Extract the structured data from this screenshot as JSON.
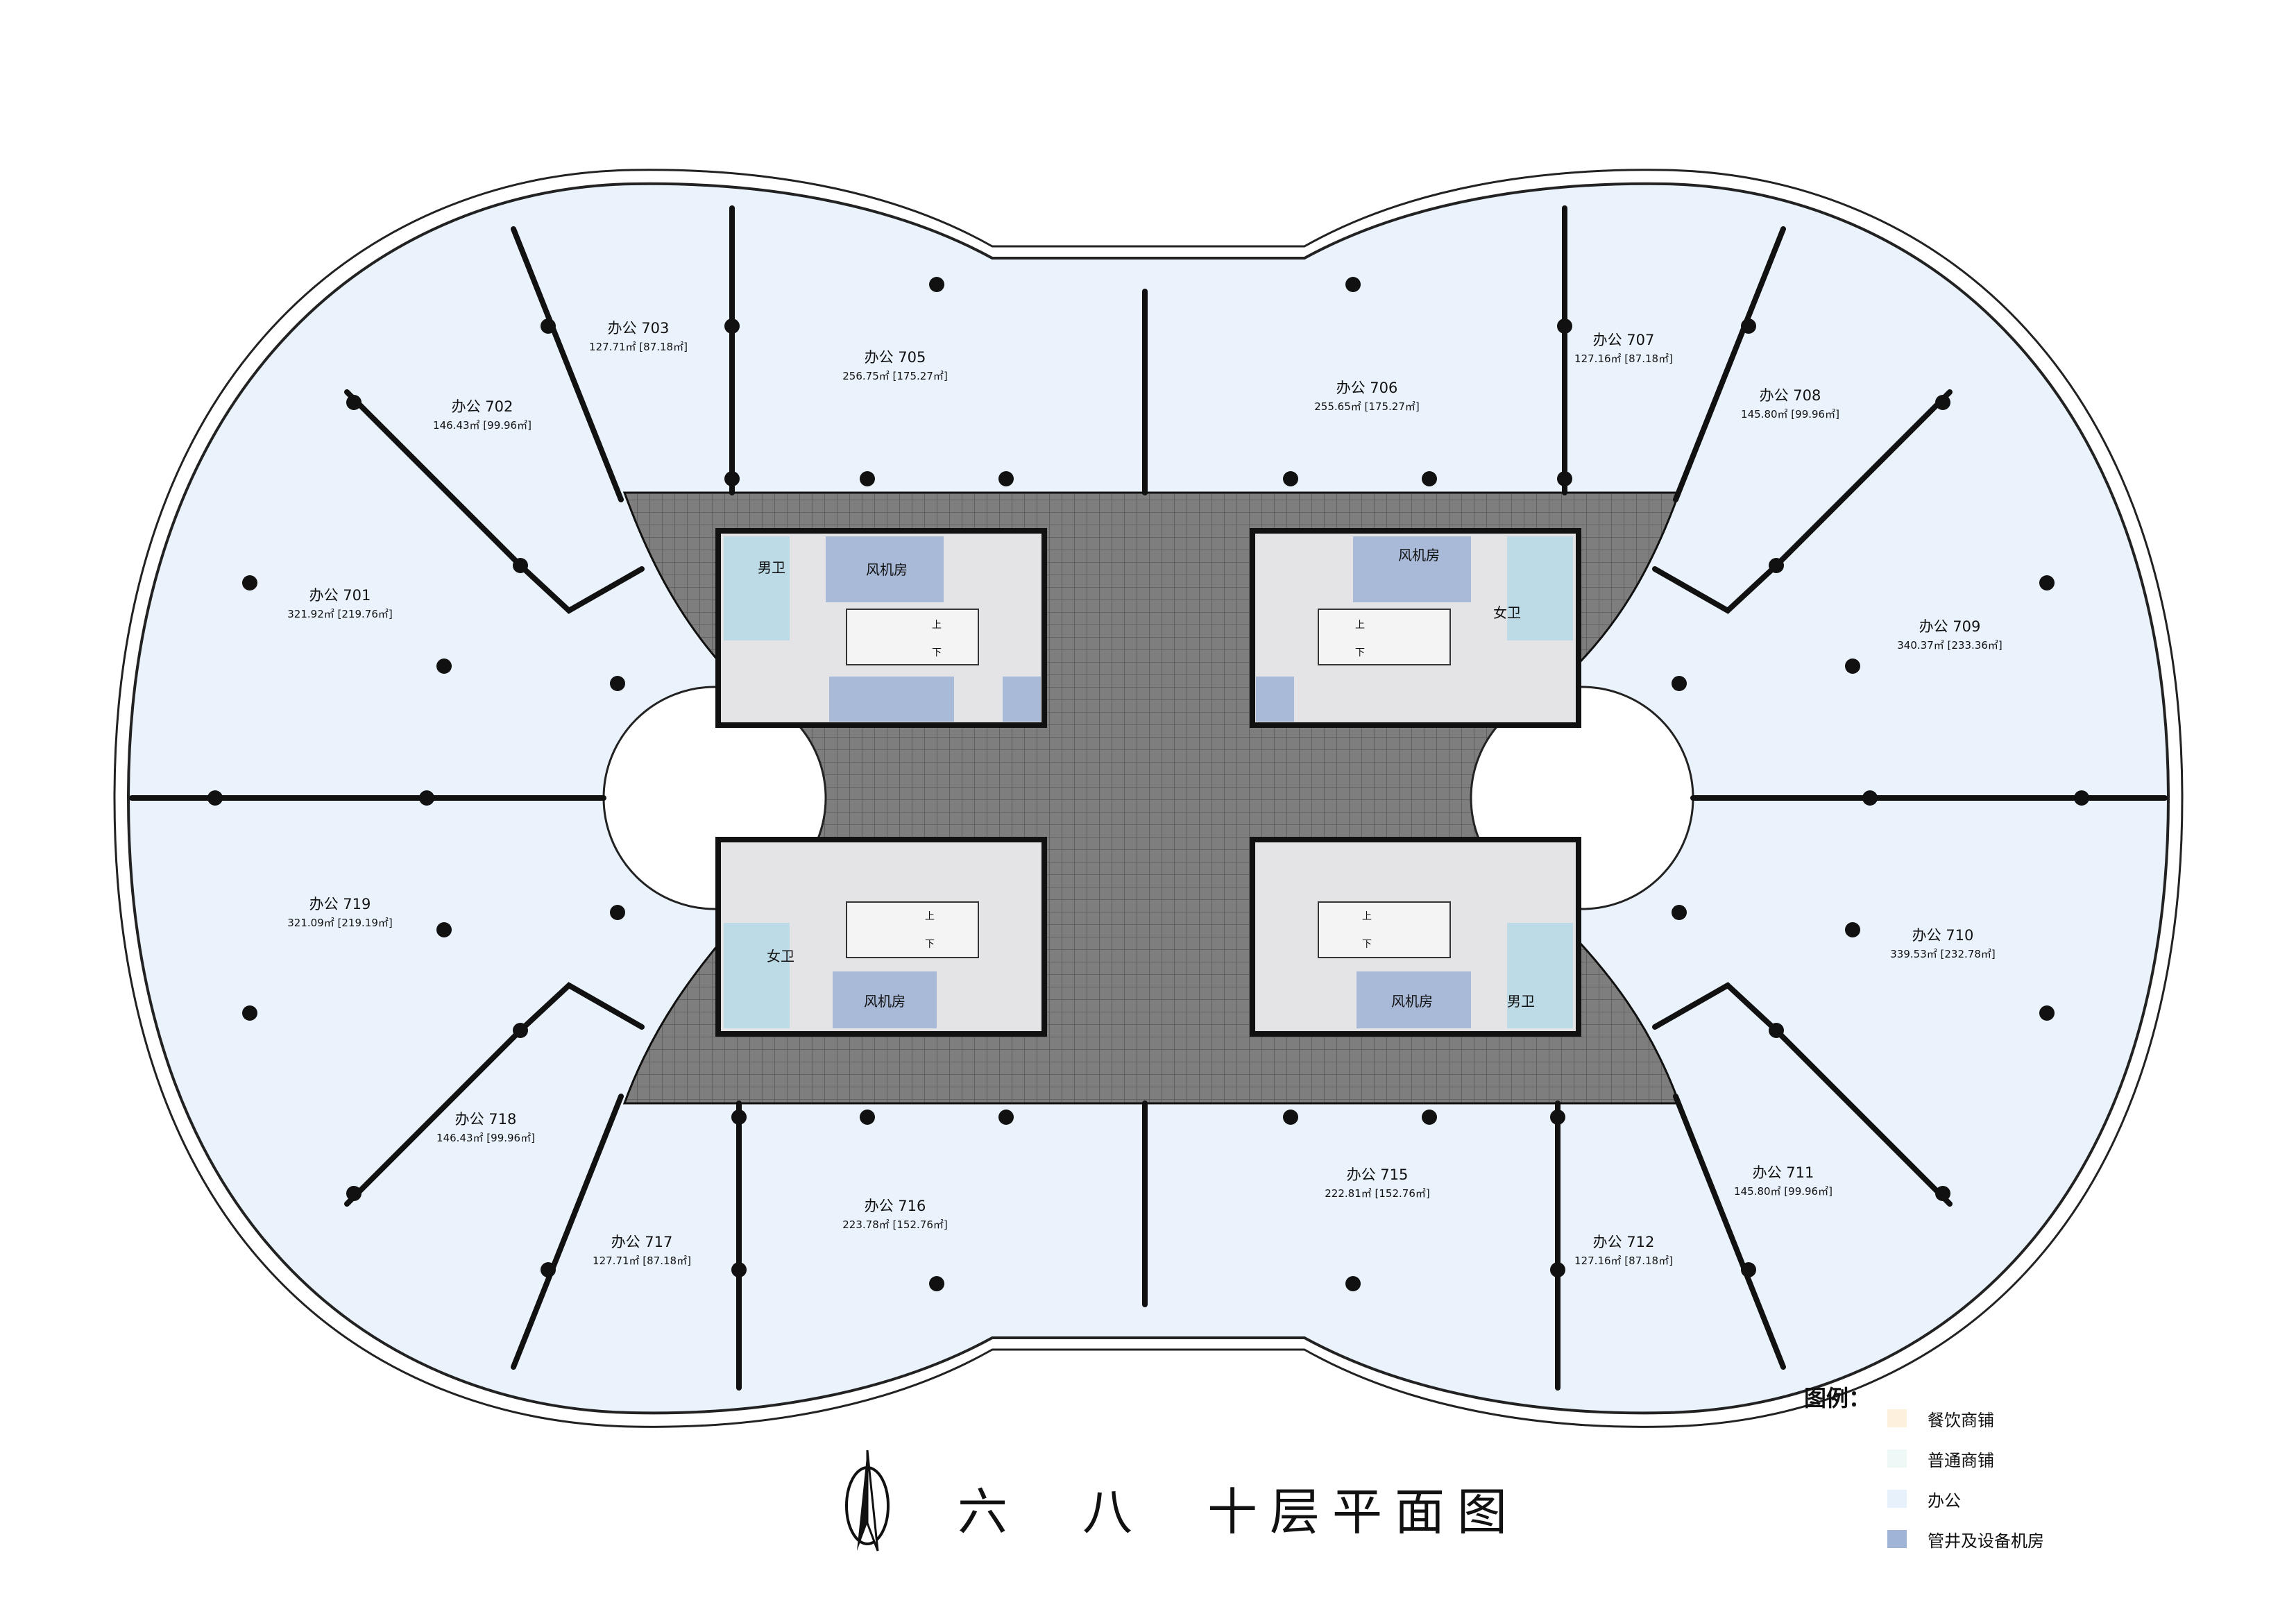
{
  "title": "六　八　十层平面图",
  "legend": {
    "title": "图例：",
    "items": [
      {
        "label": "餐饮商铺",
        "color": "#fdf0dc"
      },
      {
        "label": "普通商铺",
        "color": "#eef8f6"
      },
      {
        "label": "办公",
        "color": "#e7f1fb"
      },
      {
        "label": "管井及设备机房",
        "color": "#9fb4d6"
      }
    ]
  },
  "colors": {
    "office": "#eaf2fc",
    "corridor": "#7e7e7e",
    "grid_line": "#5f5f5f",
    "equipment": "#a9bad8",
    "restroom": "#bcdbe6",
    "stair": "#e4e3e6",
    "wall": "#111111"
  },
  "units": {
    "u701": {
      "name": "办公 701",
      "area": "321.92㎡ [219.76㎡]"
    },
    "u702": {
      "name": "办公 702",
      "area": "146.43㎡ [99.96㎡]"
    },
    "u703": {
      "name": "办公 703",
      "area": "127.71㎡ [87.18㎡]"
    },
    "u705": {
      "name": "办公 705",
      "area": "256.75㎡ [175.27㎡]"
    },
    "u706": {
      "name": "办公 706",
      "area": "255.65㎡ [175.27㎡]"
    },
    "u707": {
      "name": "办公 707",
      "area": "127.16㎡ [87.18㎡]"
    },
    "u708": {
      "name": "办公 708",
      "area": "145.80㎡ [99.96㎡]"
    },
    "u709": {
      "name": "办公 709",
      "area": "340.37㎡ [233.36㎡]"
    },
    "u710": {
      "name": "办公 710",
      "area": "339.53㎡ [232.78㎡]"
    },
    "u711": {
      "name": "办公 711",
      "area": "145.80㎡ [99.96㎡]"
    },
    "u712": {
      "name": "办公 712",
      "area": "127.16㎡ [87.18㎡]"
    },
    "u715": {
      "name": "办公 715",
      "area": "222.81㎡ [152.76㎡]"
    },
    "u716": {
      "name": "办公 716",
      "area": "223.78㎡ [152.76㎡]"
    },
    "u717": {
      "name": "办公 717",
      "area": "127.71㎡ [87.18㎡]"
    },
    "u718": {
      "name": "办公 718",
      "area": "146.43㎡ [99.96㎡]"
    },
    "u719": {
      "name": "办公 719",
      "area": "321.09㎡ [219.19㎡]"
    }
  },
  "core": {
    "men_wc": "男卫",
    "women_wc": "女卫",
    "fan_room": "风机房",
    "stair_up": "上",
    "stair_down": "下"
  }
}
